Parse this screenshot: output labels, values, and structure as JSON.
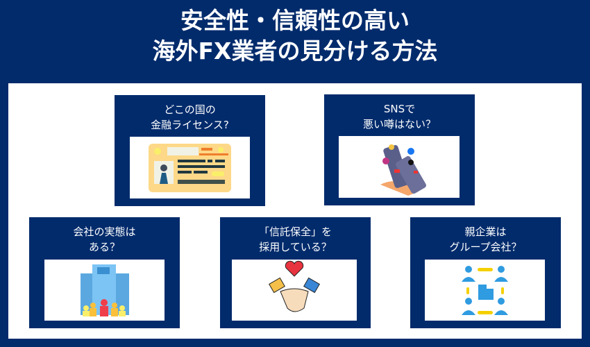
{
  "title": {
    "line1": "安全性・信頼性の高い",
    "line2": "海外FX業者の見分ける方法"
  },
  "cards": [
    {
      "line1": "どこの国の",
      "line2": "金融ライセンス?",
      "icon": "license-card-icon"
    },
    {
      "line1": "SNSで",
      "line2": "悪い噂はない？",
      "icon": "smartphone-sns-icon"
    },
    {
      "line1": "会社の実態は",
      "line2": "ある？",
      "icon": "company-building-icon"
    },
    {
      "line1": "「信託保全」を",
      "line2": "採用している？",
      "icon": "handshake-heart-icon"
    },
    {
      "line1": "親企業は",
      "line2": "グループ会社？",
      "icon": "group-company-icon"
    }
  ]
}
